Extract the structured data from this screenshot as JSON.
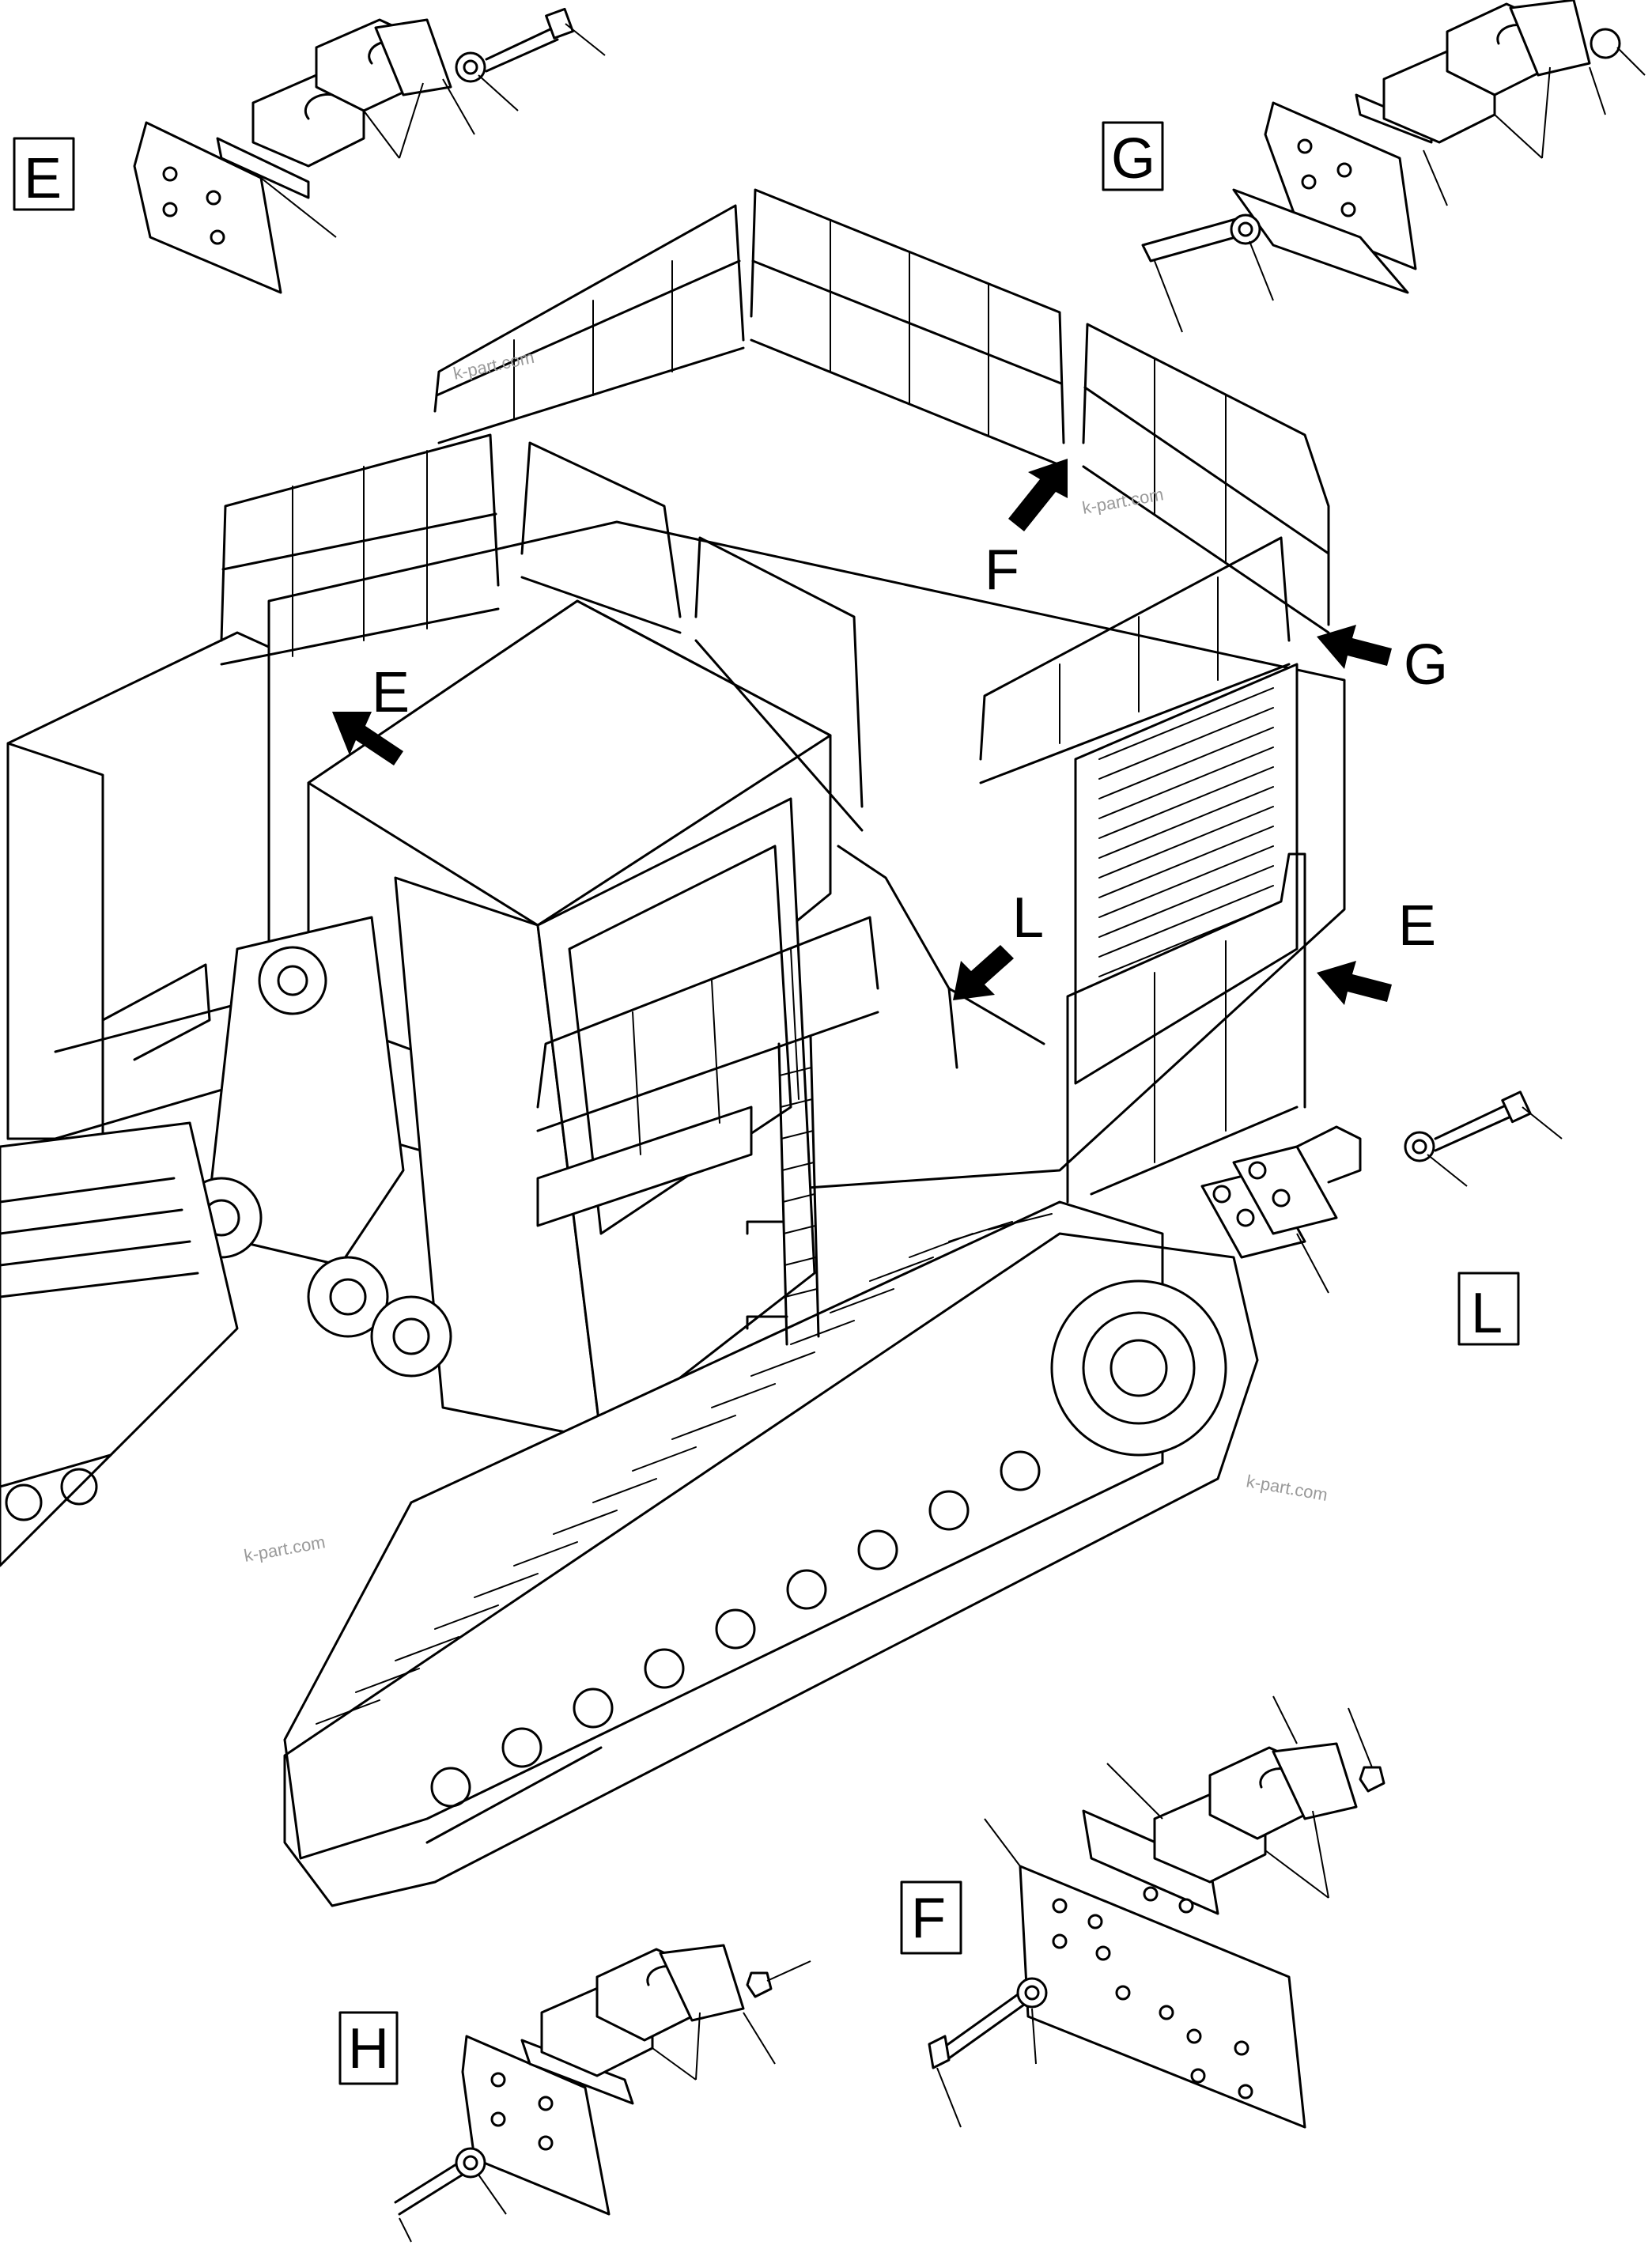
{
  "detail_labels": {
    "e": "E",
    "g": "G",
    "l": "L",
    "f": "F",
    "h": "H"
  },
  "callout_labels": {
    "f": "F",
    "g": "G",
    "e_top": "E",
    "l": "L",
    "e_side": "E"
  },
  "watermarks": [
    "k-part.com",
    "k-part.com",
    "k-part.com",
    "k-part.com"
  ],
  "colors": {
    "line": "#000000",
    "background": "#ffffff",
    "watermark": "#9a9a9a"
  }
}
